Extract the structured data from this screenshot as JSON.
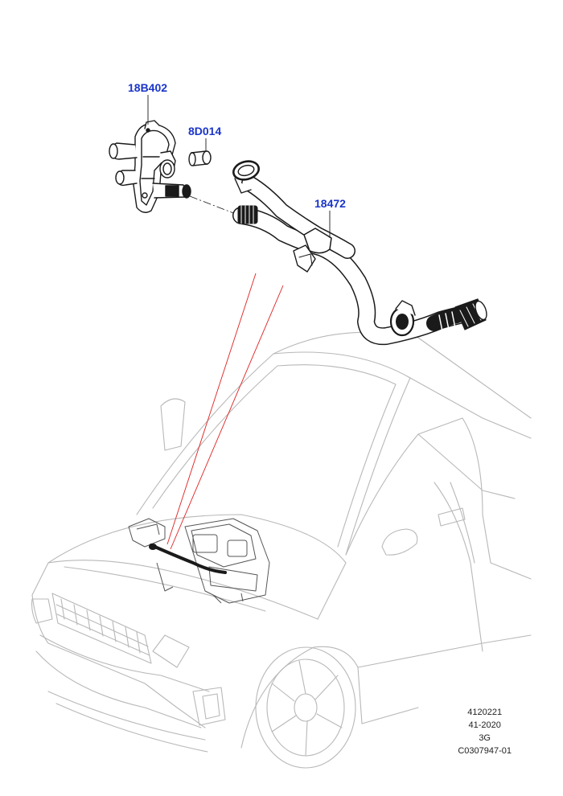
{
  "callouts": {
    "part_1": "18B402",
    "part_2": "8D014",
    "part_3": "18472"
  },
  "reference": {
    "line_1": "4120221",
    "line_2": "41-2020",
    "line_3": "3G",
    "line_4": "C0307947-01"
  },
  "colors": {
    "callout_text": "#1a35c9",
    "leader_lines": "#e02020",
    "part_outline": "#1a1a1a",
    "vehicle_outline": "#b8b8b8"
  }
}
